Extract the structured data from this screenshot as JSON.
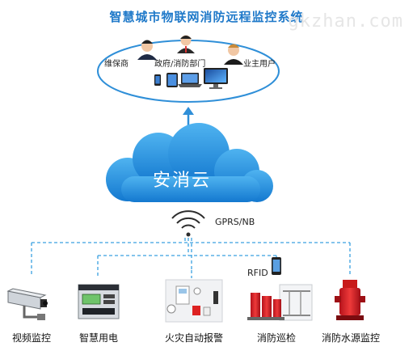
{
  "title": "智慧城市物联网消防远程监控系统",
  "watermark": "gkzhan.com",
  "top_group": {
    "roles": [
      {
        "name": "maintenance",
        "label": "维保商"
      },
      {
        "name": "government",
        "label": "政府/消防部门"
      },
      {
        "name": "owner",
        "label": "业主用户"
      }
    ]
  },
  "cloud": {
    "label": "安消云"
  },
  "network": {
    "label": "GPRS/NB"
  },
  "rfid": {
    "label": "RFID"
  },
  "devices": [
    {
      "name": "video",
      "label": "视频监控"
    },
    {
      "name": "power",
      "label": "智慧用电"
    },
    {
      "name": "alarm",
      "label": "火灾自动报警"
    },
    {
      "name": "patrol",
      "label": "消防巡检"
    },
    {
      "name": "water",
      "label": "消防水源监控"
    }
  ],
  "colors": {
    "title": "#1f79c9",
    "cloud": "#1d8fe0",
    "line": "#3aa0e0",
    "ellipse": "#2f8fd8"
  }
}
